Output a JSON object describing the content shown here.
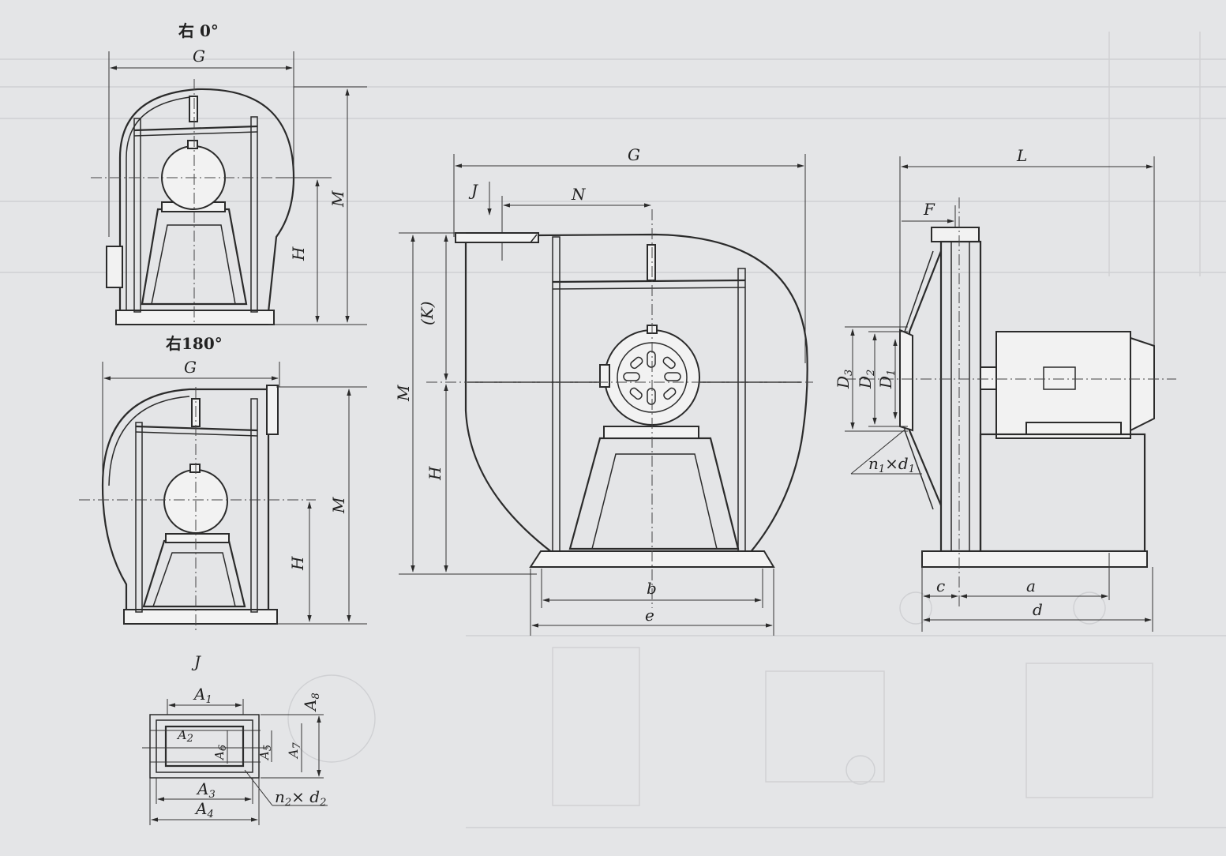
{
  "views": {
    "right0": {
      "title": "右 0°",
      "G": "G",
      "M": "M",
      "H": "H"
    },
    "right180": {
      "title": "右180°",
      "G": "G",
      "M": "M",
      "H": "H"
    },
    "front": {
      "G": "G",
      "J": "J",
      "N": "N",
      "K": "(K)",
      "M": "M",
      "H": "H",
      "b": "b",
      "e": "e"
    },
    "side": {
      "L": "L",
      "F": "F",
      "D3": "D",
      "D3sub": "3",
      "D2": "D",
      "D2sub": "2",
      "D1": "D",
      "D1sub": "1",
      "n1": "n",
      "n1sub": "1",
      "times1": "×d",
      "d1sub": "1",
      "c": "c",
      "a": "a",
      "d": "d"
    },
    "flange": {
      "title": "J",
      "A1": "A",
      "A1sub": "1",
      "A2": "A",
      "A2sub": "2",
      "A3": "A",
      "A3sub": "3",
      "A4": "A",
      "A4sub": "4",
      "A5": "A",
      "A5sub": "5",
      "A6": "A",
      "A6sub": "6",
      "A7": "A",
      "A7sub": "7",
      "A8": "A",
      "A8sub": "8",
      "n2": "n",
      "n2sub": "2",
      "times2": "× d",
      "d2sub": "2"
    }
  }
}
